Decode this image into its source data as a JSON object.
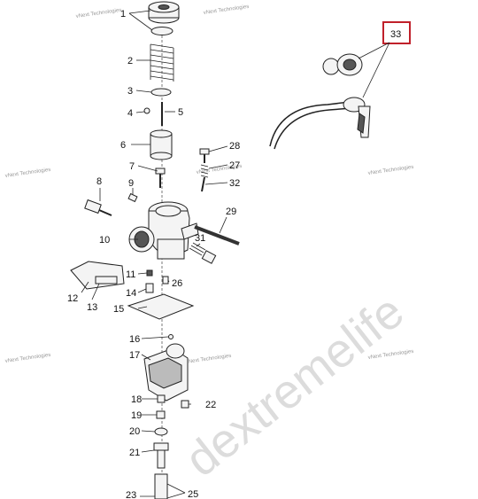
{
  "labels": {
    "l1": "1",
    "l2": "2",
    "l3": "3",
    "l4": "4",
    "l5": "5",
    "l6": "6",
    "l7": "7",
    "l8": "8",
    "l9": "9",
    "l10": "10",
    "l11": "11",
    "l12": "12",
    "l13": "13",
    "l14": "14",
    "l15": "15",
    "l16": "16",
    "l17": "17",
    "l18": "18",
    "l19": "19",
    "l20": "20",
    "l21": "21",
    "l22": "22",
    "l23": "23",
    "l25": "25",
    "l26": "26",
    "l27": "27",
    "l28": "28",
    "l29": "29",
    "l31": "31",
    "l32": "32",
    "l33": "33"
  },
  "watermark": {
    "small": "vNext Technologies",
    "big": "dextremelife"
  },
  "colors": {
    "highlight_box": "#c0202a",
    "watermark_big": "#dcdcdc"
  }
}
